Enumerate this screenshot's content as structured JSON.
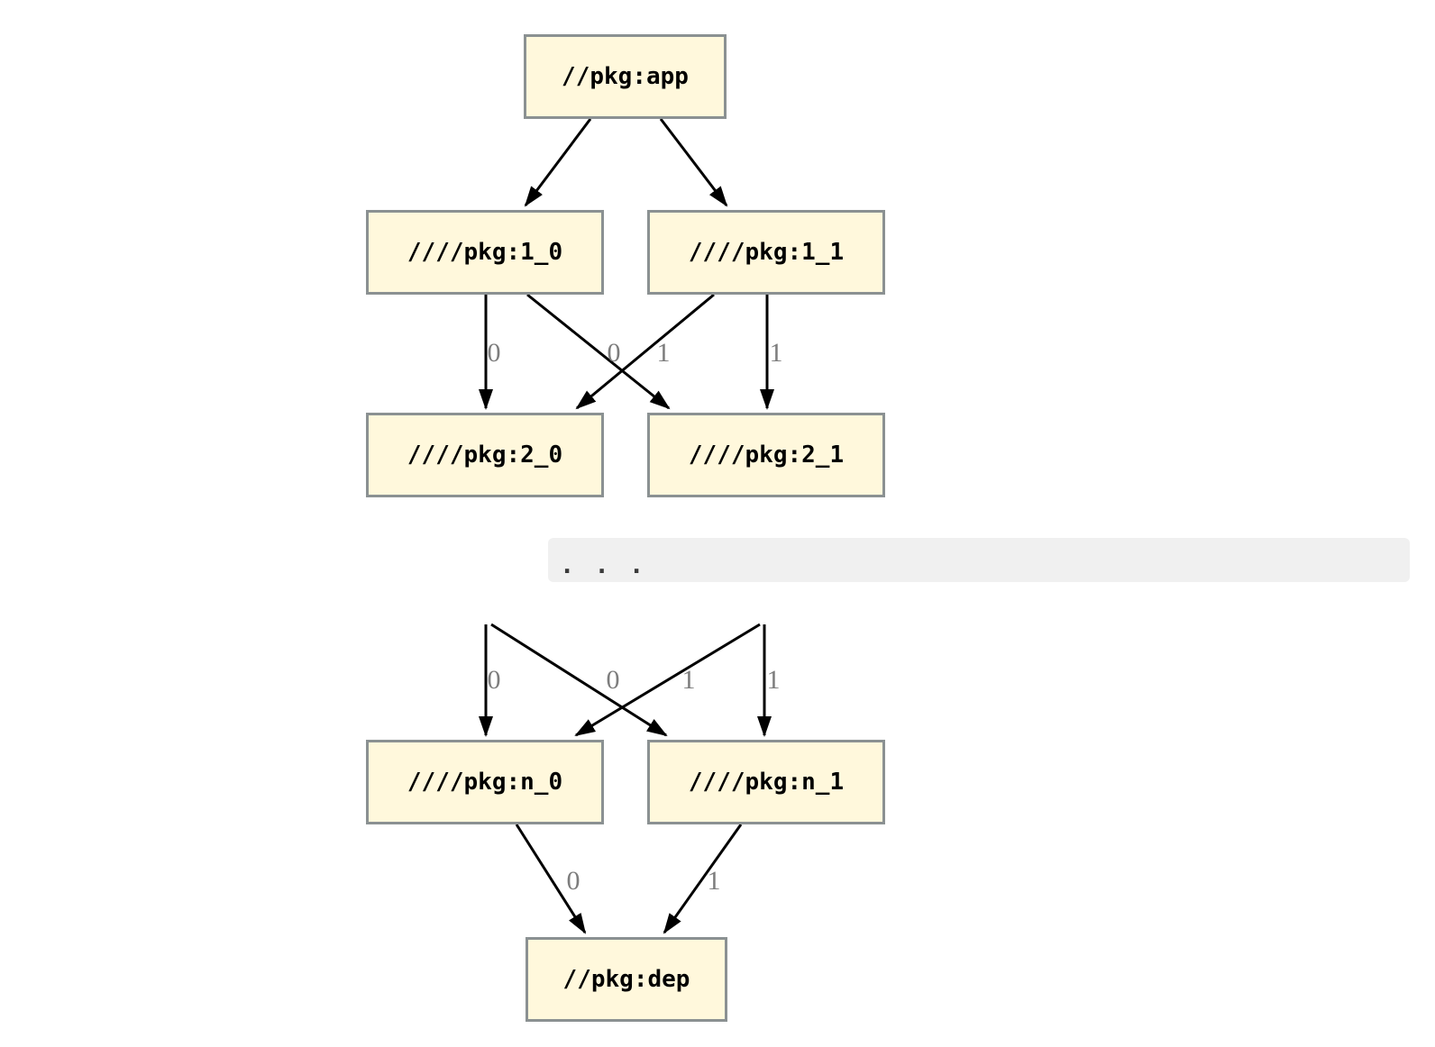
{
  "diagram": {
    "type": "dependency-graph",
    "nodes": {
      "app": {
        "label": "//pkg:app"
      },
      "v1_0": {
        "label": "////pkg:1_0"
      },
      "v1_1": {
        "label": "////pkg:1_1"
      },
      "v2_0": {
        "label": "////pkg:2_0"
      },
      "v2_1": {
        "label": "////pkg:2_1"
      },
      "vn_0": {
        "label": "////pkg:n_0"
      },
      "vn_1": {
        "label": "////pkg:n_1"
      },
      "dep": {
        "label": "//pkg:dep"
      }
    },
    "ellipsis": ". . .",
    "edges": [
      {
        "from": "app",
        "to": "v1_0",
        "label": ""
      },
      {
        "from": "app",
        "to": "v1_1",
        "label": ""
      },
      {
        "from": "v1_0",
        "to": "v2_0",
        "label": "0"
      },
      {
        "from": "v1_0",
        "to": "v2_1",
        "label": "0"
      },
      {
        "from": "v1_1",
        "to": "v2_0",
        "label": "1"
      },
      {
        "from": "v1_1",
        "to": "v2_1",
        "label": "1"
      },
      {
        "from": "elided",
        "to": "vn_0",
        "label": "0"
      },
      {
        "from": "elided",
        "to": "vn_1",
        "label": "0"
      },
      {
        "from": "elided",
        "to": "vn_0",
        "label": "1"
      },
      {
        "from": "elided",
        "to": "vn_1",
        "label": "1"
      },
      {
        "from": "vn_0",
        "to": "dep",
        "label": "0"
      },
      {
        "from": "vn_1",
        "to": "dep",
        "label": "1"
      }
    ],
    "colors": {
      "node_fill": "#fff8dc",
      "node_border": "#8b9192",
      "edge": "#000000",
      "edge_label": "#7d7d7d",
      "ellipsis_bg": "#f0f0f0",
      "text": "#000000"
    }
  }
}
